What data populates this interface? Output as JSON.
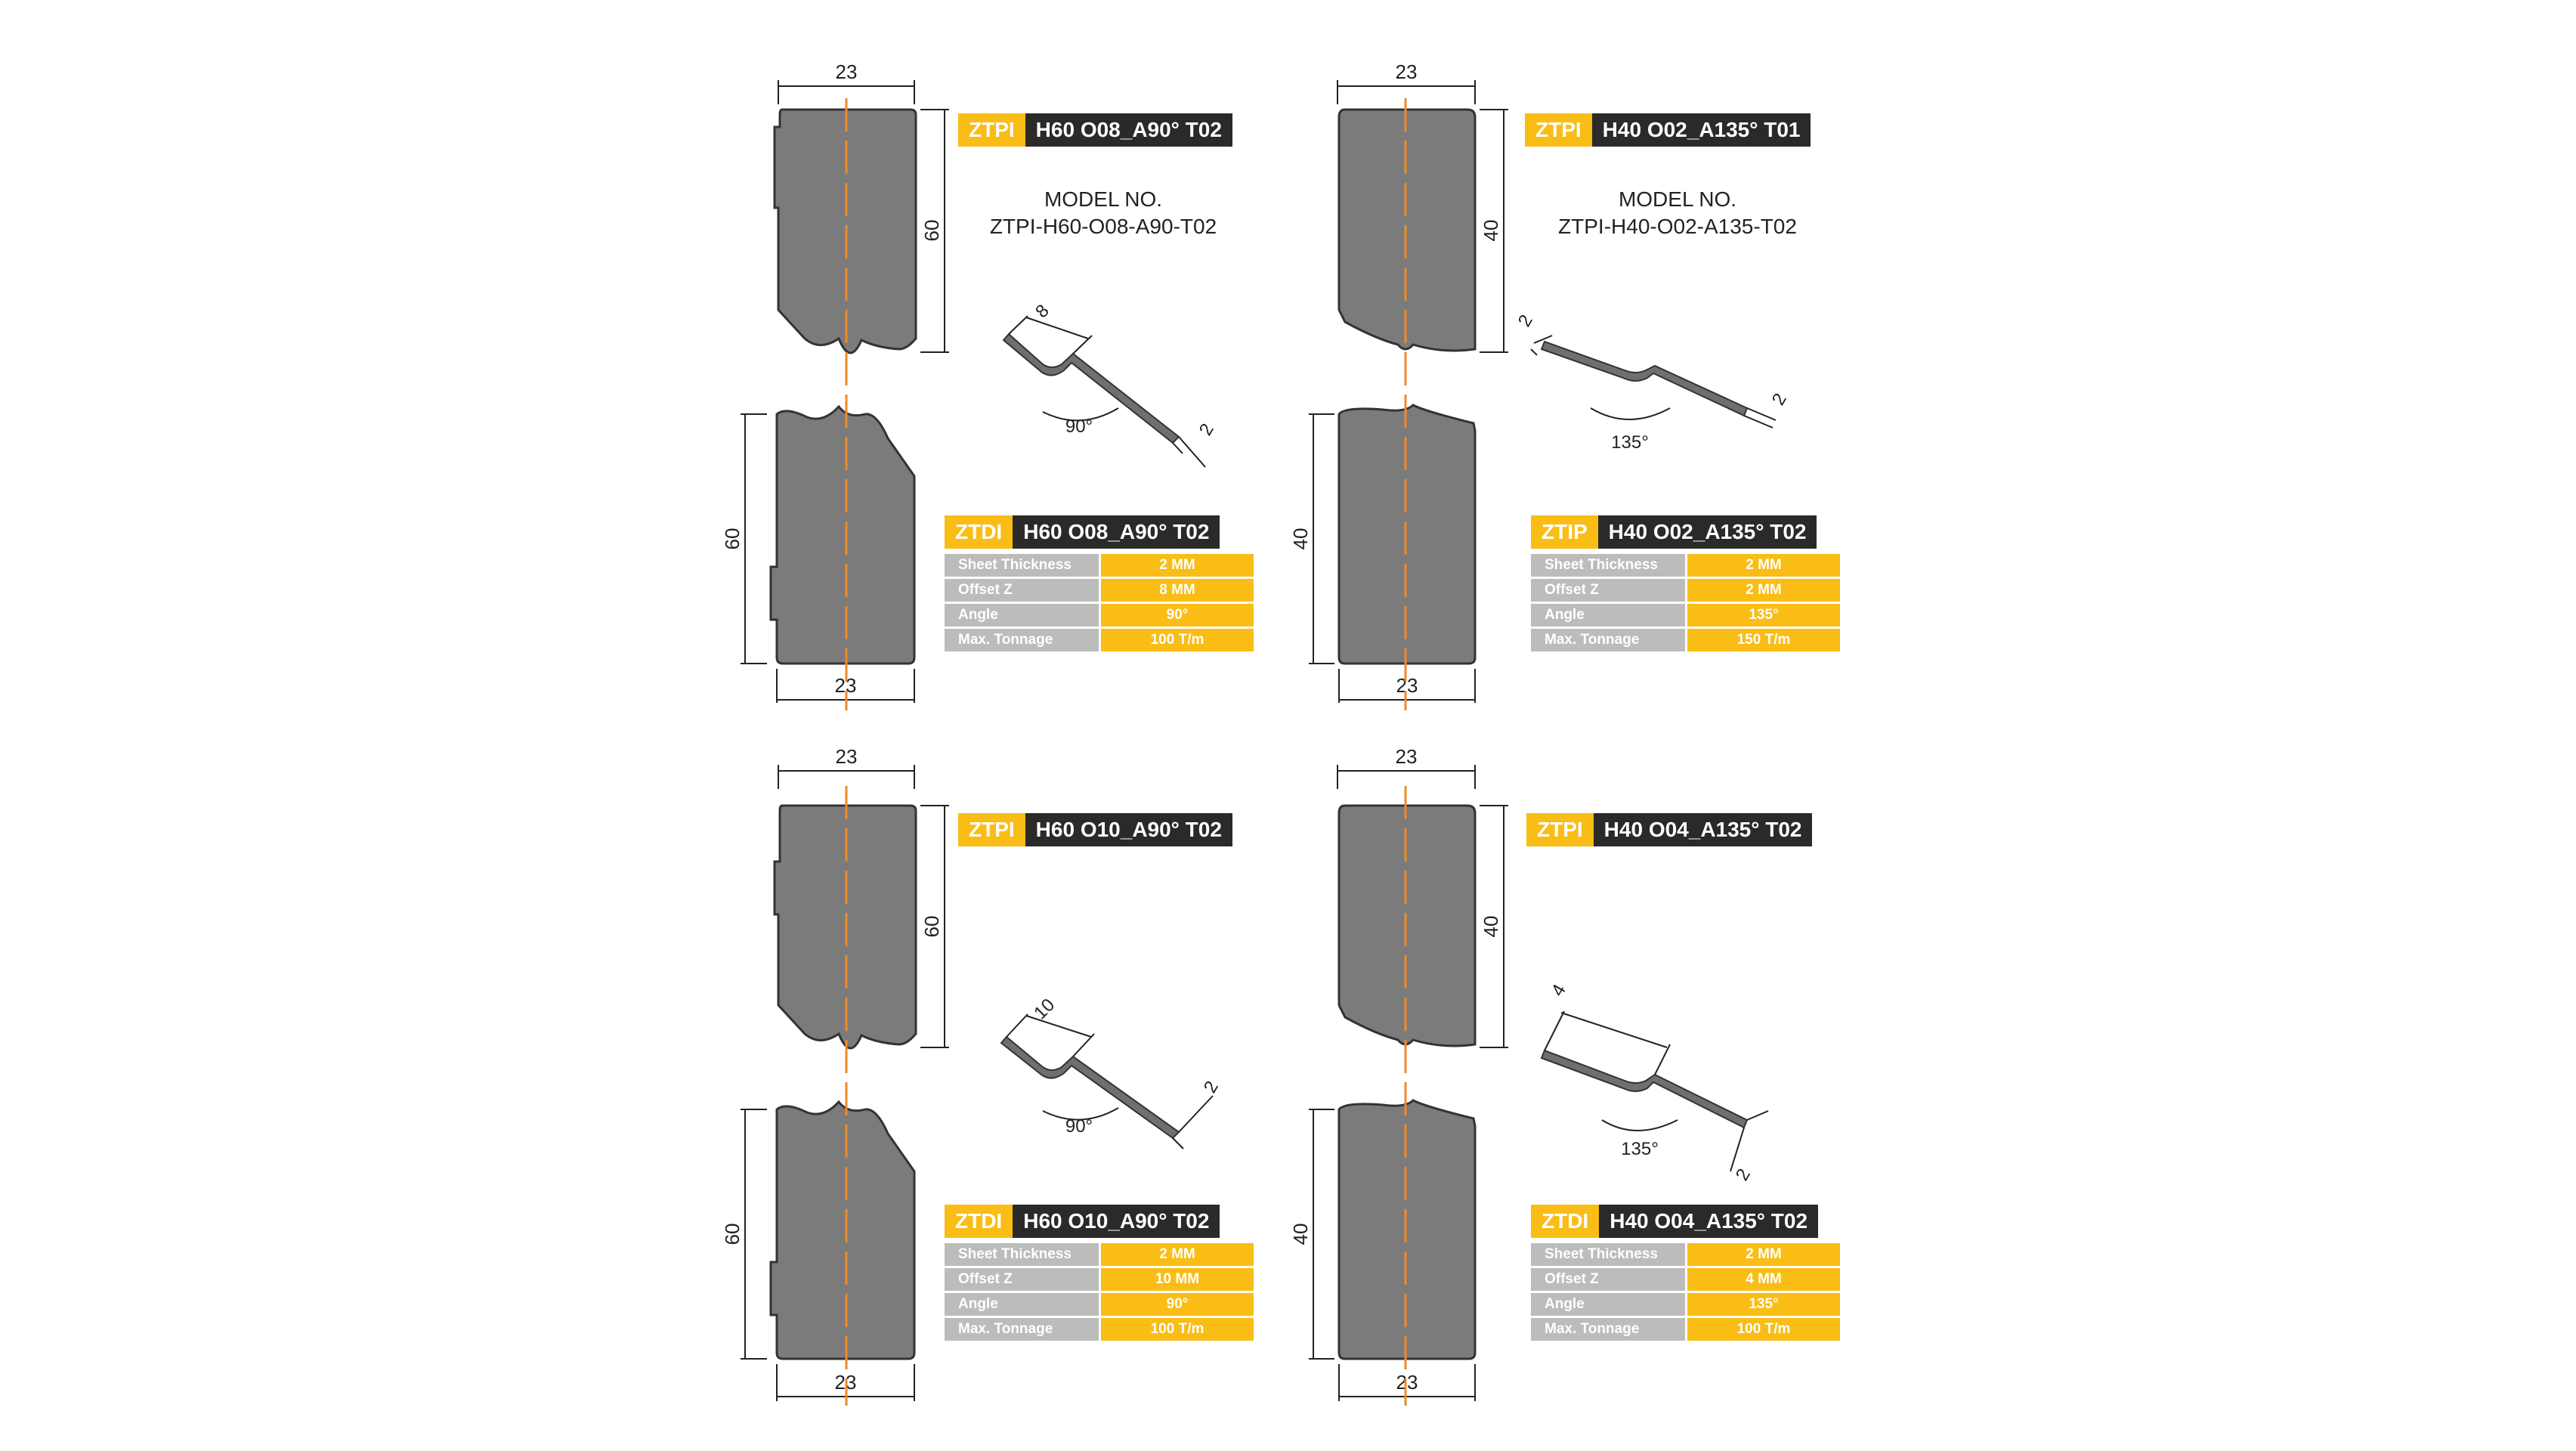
{
  "colors": {
    "accent": "#f9bd16",
    "label_dark": "#2b2a29",
    "tool_body": "#7b7b7b",
    "center_line": "#ef8a2a",
    "table_key": "#bcbcbc"
  },
  "common": {
    "width_dim": "23",
    "spec_labels": [
      "Sheet Thickness",
      "Offset Z",
      "Angle",
      "Max. Tonnage"
    ]
  },
  "tools": [
    {
      "id": "tl",
      "height_dim": "60",
      "punch_label": {
        "code": "ZTPI",
        "model": "H60 O08_A90° T02"
      },
      "model_no_title": "MODEL NO.",
      "model_no": "ZTPI-H60-O08-A90-T02",
      "die_label": {
        "code": "ZTDI",
        "model": "H60 O08_A90° T02"
      },
      "specs": [
        "2 MM",
        "8 MM",
        "90°",
        "100 T/m"
      ],
      "bend": {
        "offset_label": "8",
        "thickness_label": "2",
        "angle_label": "90°"
      }
    },
    {
      "id": "tr",
      "height_dim": "40",
      "punch_label": {
        "code": "ZTPI",
        "model": "H40 O02_A135° T01"
      },
      "model_no_title": "MODEL NO.",
      "model_no": "ZTPI-H40-O02-A135-T02",
      "die_label": {
        "code": "ZTIP",
        "model": "H40 O02_A135° T02"
      },
      "specs": [
        "2 MM",
        "2 MM",
        "135°",
        "150 T/m"
      ],
      "bend": {
        "offset_label": "2",
        "thickness_label": "2",
        "angle_label": "135°"
      }
    },
    {
      "id": "bl",
      "height_dim": "60",
      "punch_label": {
        "code": "ZTPI",
        "model": "H60 O10_A90° T02"
      },
      "die_label": {
        "code": "ZTDI",
        "model": "H60 O10_A90° T02"
      },
      "specs": [
        "2 MM",
        "10 MM",
        "90°",
        "100 T/m"
      ],
      "bend": {
        "offset_label": "10",
        "thickness_label": "2",
        "angle_label": "90°"
      }
    },
    {
      "id": "br",
      "height_dim": "40",
      "punch_label": {
        "code": "ZTPI",
        "model": "H40 O04_A135° T02"
      },
      "die_label": {
        "code": "ZTDI",
        "model": "H40 O04_A135° T02"
      },
      "specs": [
        "2 MM",
        "4 MM",
        "135°",
        "100 T/m"
      ],
      "bend": {
        "offset_label": "4",
        "thickness_label": "2",
        "angle_label": "135°"
      }
    }
  ]
}
